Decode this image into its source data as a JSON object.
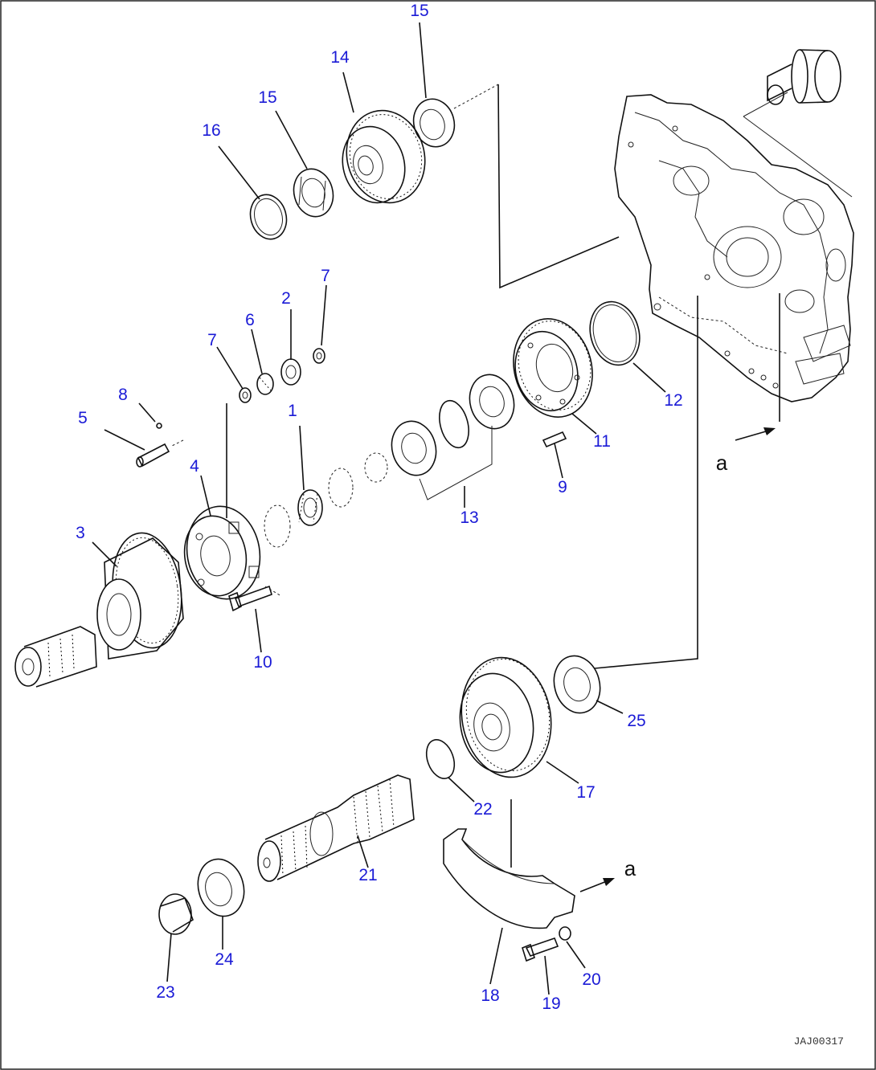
{
  "diagram": {
    "drawing_code": "JAJ00317",
    "view_marker": "a",
    "callouts": [
      {
        "id": "c15a",
        "label": "15"
      },
      {
        "id": "c14",
        "label": "14"
      },
      {
        "id": "c15b",
        "label": "15"
      },
      {
        "id": "c16",
        "label": "16"
      },
      {
        "id": "c7a",
        "label": "7"
      },
      {
        "id": "c2",
        "label": "2"
      },
      {
        "id": "c6",
        "label": "6"
      },
      {
        "id": "c7b",
        "label": "7"
      },
      {
        "id": "c8",
        "label": "8"
      },
      {
        "id": "c5",
        "label": "5"
      },
      {
        "id": "c1",
        "label": "1"
      },
      {
        "id": "c4",
        "label": "4"
      },
      {
        "id": "c3",
        "label": "3"
      },
      {
        "id": "c12",
        "label": "12"
      },
      {
        "id": "c11",
        "label": "11"
      },
      {
        "id": "c9",
        "label": "9"
      },
      {
        "id": "c13",
        "label": "13"
      },
      {
        "id": "c10",
        "label": "10"
      },
      {
        "id": "c25",
        "label": "25"
      },
      {
        "id": "c17",
        "label": "17"
      },
      {
        "id": "c22",
        "label": "22"
      },
      {
        "id": "c21",
        "label": "21"
      },
      {
        "id": "c24",
        "label": "24"
      },
      {
        "id": "c23",
        "label": "23"
      },
      {
        "id": "c18",
        "label": "18"
      },
      {
        "id": "c19",
        "label": "19"
      },
      {
        "id": "c20",
        "label": "20"
      }
    ]
  }
}
